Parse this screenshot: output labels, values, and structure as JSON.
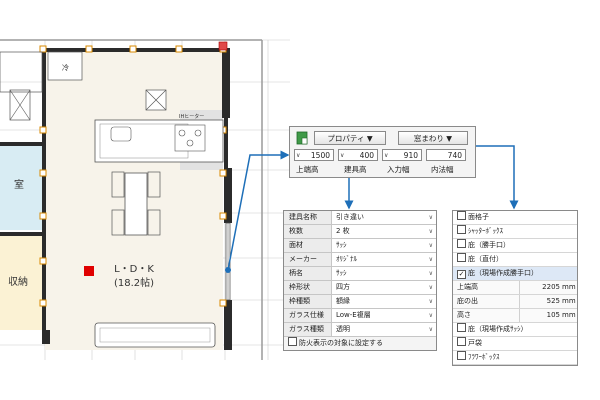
{
  "floorplan": {
    "room_name": "L・D・K",
    "room_area": "(18.2帖)",
    "left_room_label": "室",
    "storage_label": "収納",
    "closet_label": "冷",
    "heater_label": "IHヒーター"
  },
  "toolbar": {
    "property_label": "プロパティ ▼",
    "surround_label": "窓まわり ▼",
    "fields": [
      {
        "value": "1500",
        "label": "上端高"
      },
      {
        "value": "400",
        "label": "建具高"
      },
      {
        "value": "910",
        "label": "入力幅"
      },
      {
        "value": "740",
        "label": "内法幅"
      }
    ]
  },
  "properties": {
    "rows": [
      {
        "key": "建具名称",
        "value": "引き違い"
      },
      {
        "key": "枚数",
        "value": "2 枚"
      },
      {
        "key": "面材",
        "value": "ｻｯｼ"
      },
      {
        "key": "メーカー",
        "value": "ｵﾘｼﾞﾅﾙ"
      },
      {
        "key": "柄名",
        "value": "ｻｯｼ"
      },
      {
        "key": "枠形状",
        "value": "四方"
      },
      {
        "key": "枠種類",
        "value": "額縁"
      },
      {
        "key": "ガラス仕様",
        "value": "Low-E複層"
      },
      {
        "key": "ガラス種類",
        "value": "透明"
      }
    ],
    "fire_checkbox_label": "防火表示の対象に設定する"
  },
  "eaves_menu": {
    "items_top": [
      {
        "label": "面格子",
        "checked": false
      },
      {
        "label": "ｼｬｯﾀｰﾎﾞｯｸｽ",
        "checked": false
      },
      {
        "label": "庇（勝手口）",
        "checked": false
      },
      {
        "label": "庇（直付）",
        "checked": false
      },
      {
        "label": "庇（現場作成勝手口）",
        "checked": true
      }
    ],
    "sub_rows": [
      {
        "label": "上端高",
        "value": "2205",
        "unit": "mm"
      },
      {
        "label": "庇の出",
        "value": "525",
        "unit": "mm"
      },
      {
        "label": "高さ",
        "value": "105",
        "unit": "mm"
      }
    ],
    "items_bottom": [
      {
        "label": "庇（現場作成ｻｯｼ）",
        "checked": false
      },
      {
        "label": "戸袋",
        "checked": false
      },
      {
        "label": "ﾌﾗﾜｰﾎﾞｯｸｽ",
        "checked": false
      }
    ]
  },
  "colors": {
    "accent": "#1e6fb8",
    "marker": "#e00000",
    "wall": "#2b2b2b",
    "floor": "#f7f3ea"
  }
}
